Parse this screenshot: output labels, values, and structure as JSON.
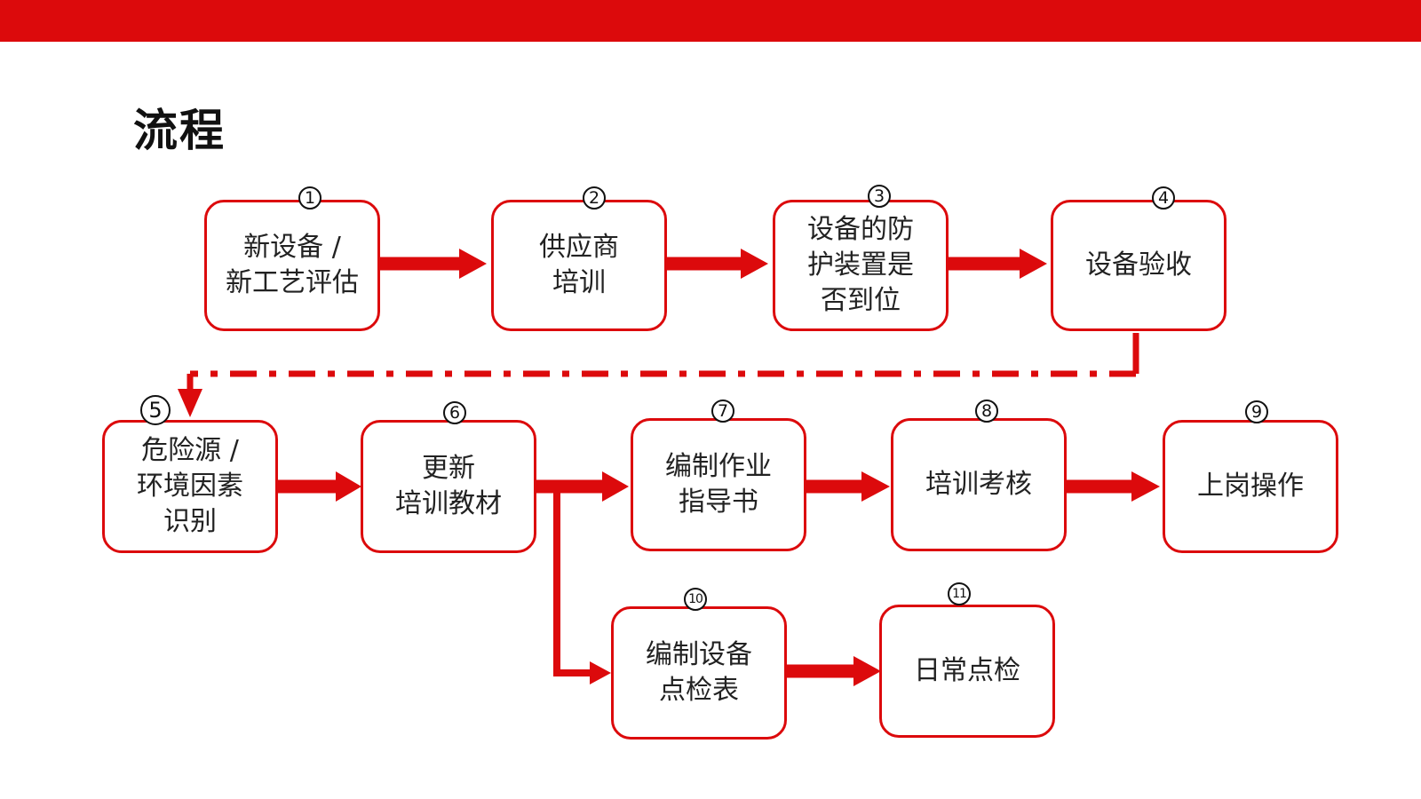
{
  "title": "流程",
  "colors": {
    "accent": "#dc0a0c",
    "text": "#222222",
    "border": "#dc0a0c"
  },
  "steps": [
    {
      "num": "1",
      "label": "新设备 /\n新工艺评估"
    },
    {
      "num": "2",
      "label": "供应商\n培训"
    },
    {
      "num": "3",
      "label": "设备的防\n护装置是\n否到位"
    },
    {
      "num": "4",
      "label": "设备验收"
    },
    {
      "num": "5",
      "label": "危险源 /\n环境因素\n识别"
    },
    {
      "num": "6",
      "label": "更新\n培训教材"
    },
    {
      "num": "7",
      "label": "编制作业\n指导书"
    },
    {
      "num": "8",
      "label": "培训考核"
    },
    {
      "num": "9",
      "label": "上岗操作"
    },
    {
      "num": "10",
      "label": "编制设备\n点检表"
    },
    {
      "num": "11",
      "label": "日常点检"
    }
  ]
}
